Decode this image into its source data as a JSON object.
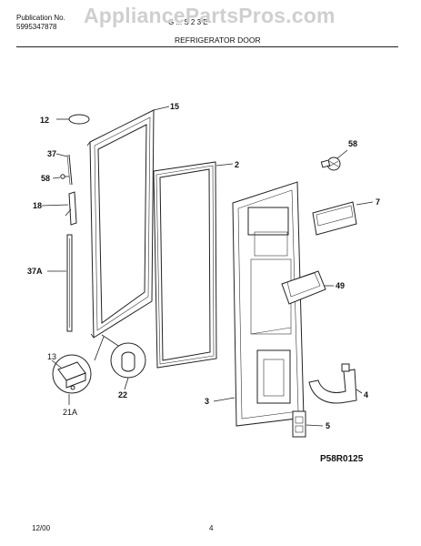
{
  "header": {
    "publication_label": "Publication No.",
    "publication_number": "5995347878",
    "model_fragment": "G ... S 2 3 E",
    "section_title": "REFRIGERATOR DOOR",
    "watermark": "AppliancePartsPros.com"
  },
  "callouts": {
    "c12": "12",
    "c15": "15",
    "c37": "37",
    "c58a": "58",
    "c18": "18",
    "c37a": "37A",
    "c13": "13",
    "c21a": "21A",
    "c22": "22",
    "c2": "2",
    "c58b": "58",
    "c7": "7",
    "c49": "49",
    "c3": "3",
    "c4": "4",
    "c5": "5"
  },
  "diagram_code": "P58R0125",
  "footer": {
    "date": "12/00",
    "page_number": "4"
  }
}
